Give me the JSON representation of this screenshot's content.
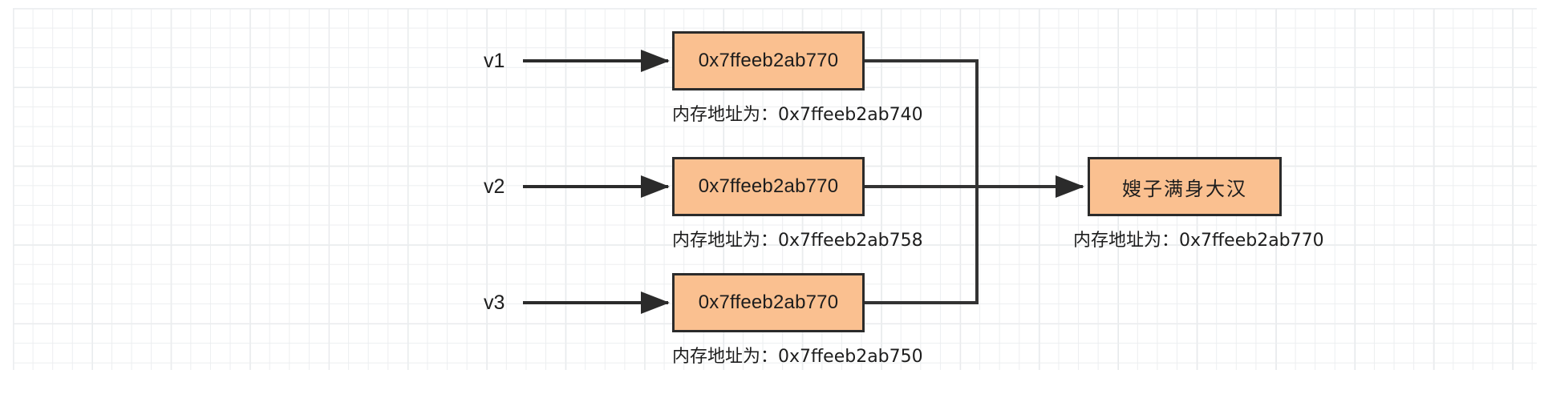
{
  "diagram": {
    "title": "Python variable reference / memory address diagram",
    "colors": {
      "box_fill": "#fac090",
      "box_stroke": "#2b2b2b",
      "connector": "#333333",
      "grid_minor": "#eceef0",
      "grid_major": "#e3e6e8",
      "background": "#ffffff",
      "text": "#1d1d1d"
    },
    "variables": [
      {
        "name": "v1"
      },
      {
        "name": "v2"
      },
      {
        "name": "v3"
      }
    ],
    "reference_boxes": [
      {
        "value": "0x7ffeeb2ab770",
        "caption": "内存地址为：0x7ffeeb2ab740"
      },
      {
        "value": "0x7ffeeb2ab770",
        "caption": "内存地址为：0x7ffeeb2ab758"
      },
      {
        "value": "0x7ffeeb2ab770",
        "caption": "内存地址为：0x7ffeeb2ab750"
      }
    ],
    "target_box": {
      "value": "嫂子满身大汉",
      "caption": "内存地址为：0x7ffeeb2ab770"
    }
  }
}
